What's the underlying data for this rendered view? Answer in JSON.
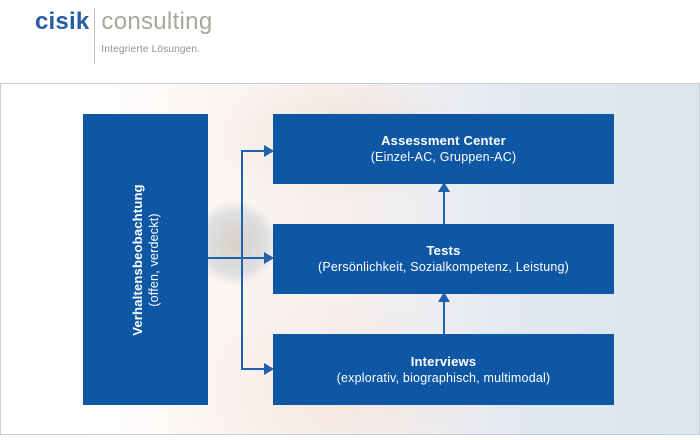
{
  "header": {
    "logo_primary": "cisik",
    "logo_secondary": "consulting",
    "tagline": "Integrierte Lösungen."
  },
  "diagram": {
    "side_box": {
      "title": "Verhaltensbeobachtung",
      "subtitle": "(offen, verdeckt)"
    },
    "boxes": [
      {
        "title": "Assessment Center",
        "subtitle": "(Einzel-AC, Gruppen-AC)"
      },
      {
        "title": "Tests",
        "subtitle": "(Persönlichkeit, Sozialkompetenz, Leistung)"
      },
      {
        "title": "Interviews",
        "subtitle": "(explorativ, biographisch, multimodal)"
      }
    ],
    "flow": "Interviews -> Tests -> Assessment Center; Verhaltensbeobachtung feeds all three"
  },
  "colors": {
    "box_blue": "#0d57a5",
    "connector_blue": "#1e61ad",
    "logo_blue": "#2a5ba7",
    "logo_gray": "#a7a69b"
  }
}
